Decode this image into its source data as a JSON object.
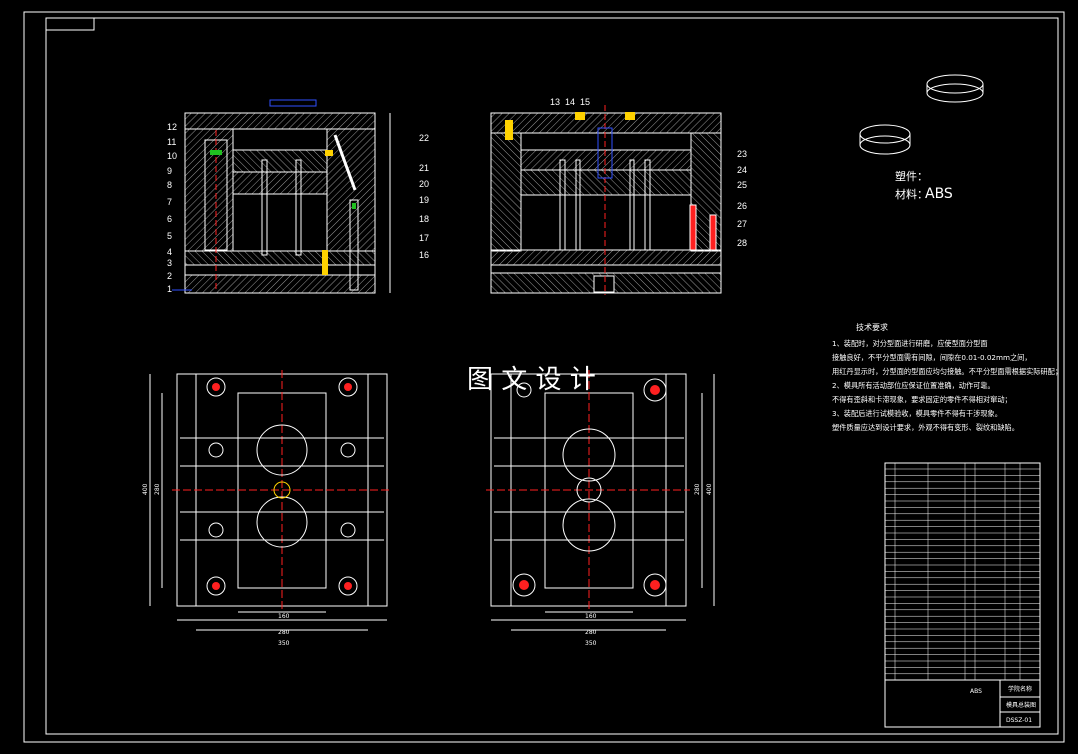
{
  "watermark": "图 文 设 计",
  "part_info": {
    "label_part": "塑件：",
    "label_material": "材料：",
    "material": "ABS"
  },
  "callouts": {
    "left": [
      "12",
      "11",
      "10",
      "9",
      "8",
      "7",
      "6",
      "5",
      "4",
      "3",
      "2",
      "1"
    ],
    "right_of_left_view": [
      "22",
      "21",
      "20",
      "19",
      "18",
      "17",
      "16"
    ],
    "top_of_right_view": [
      "13",
      "14",
      "15"
    ],
    "right_of_right_view": [
      "23",
      "24",
      "25",
      "26",
      "27",
      "28"
    ]
  },
  "technical_requirements": {
    "title": "技术要求",
    "lines": [
      "1、装配时，对分型面进行研磨，应使型面分型面",
      "接触良好，不平分型面需有间隙，间隙在0.01-0.02mm之间，",
      "用红丹显示时，分型面的型面应均匀接触。不平分型面需根据实际研配；",
      "2、模具所有活动部位应保证位置准确，动作可靠。",
      "不得有歪斜和卡滞现象，要求固定的零件不得相对窜动；",
      "3、装配后进行试模验收，模具零件不得有干涉现象。",
      "塑件质量应达到设计要求，外观不得有变形、裂纹和缺陷。"
    ]
  },
  "dimensions": {
    "bottom_left": [
      "160",
      "280",
      "350"
    ],
    "bottom_right": [
      "160",
      "280",
      "350"
    ],
    "side_left": [
      "400",
      "280"
    ],
    "side_right": [
      "280",
      "400"
    ]
  },
  "title_block": {
    "material": "ABS",
    "school": "学院名称",
    "drawing_name": "模具总装图",
    "drawing_no": "DSSZ-01"
  },
  "colors": {
    "background": "#000000",
    "line": "#ffffff",
    "hatch": "#c8c8c8",
    "accent_red": "#ff2020",
    "accent_yellow": "#ffd200",
    "accent_green": "#20c020",
    "accent_blue": "#3050ff"
  }
}
